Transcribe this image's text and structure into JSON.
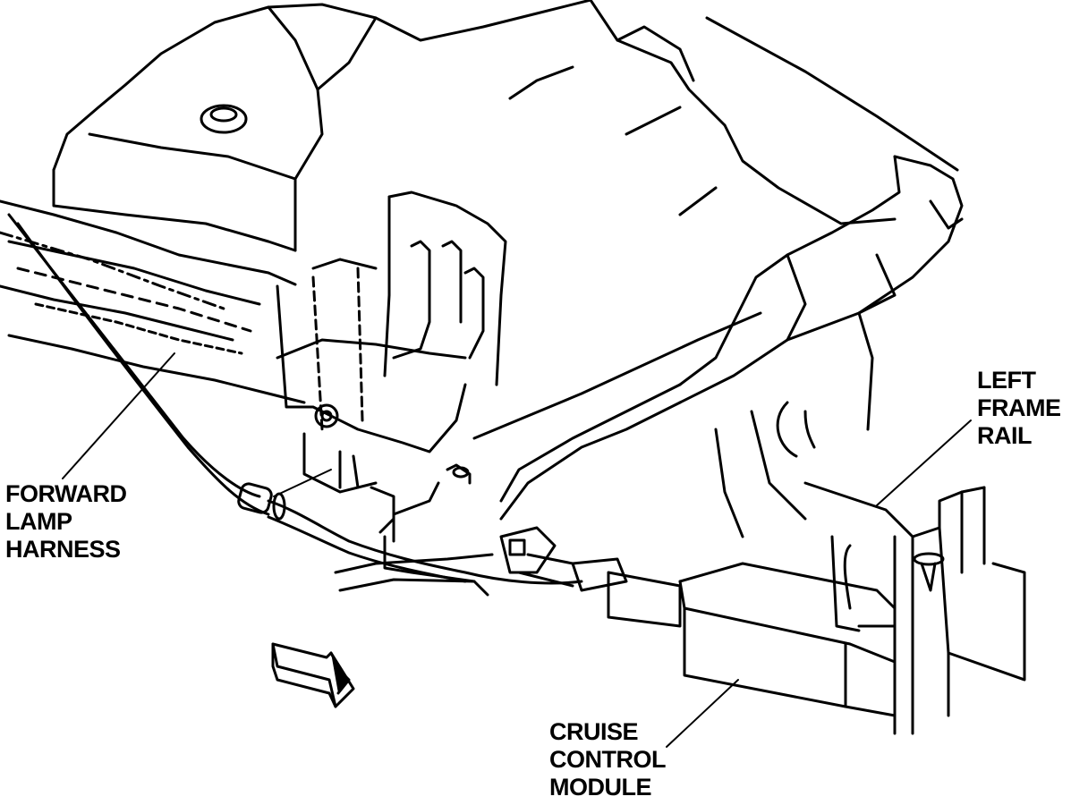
{
  "labels": {
    "left_frame_rail": [
      "LEFT",
      "FRAME",
      "RAIL"
    ],
    "forward_lamp_harness": [
      "FORWARD",
      "LAMP",
      "HARNESS"
    ],
    "cruise_control_module": [
      "CRUISE",
      "CONTROL",
      "MODULE"
    ]
  },
  "colors": {
    "ink": "#000000",
    "paper": "#ffffff"
  },
  "icons": {
    "direction_arrow": "forward-arrow-icon"
  }
}
